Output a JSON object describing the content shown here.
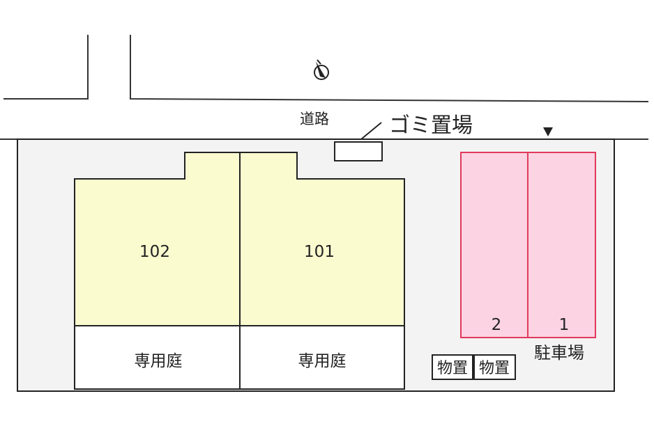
{
  "road": {
    "label": "道路"
  },
  "garbage": {
    "label": "ゴミ置場"
  },
  "units": [
    {
      "number": "102",
      "garden": "専用庭"
    },
    {
      "number": "101",
      "garden": "専用庭"
    }
  ],
  "parking": {
    "label": "駐車場",
    "spaces": [
      "2",
      "1"
    ]
  },
  "storage": [
    "物置",
    "物置"
  ],
  "colors": {
    "unit_fill": "#fbfbd0",
    "parking_fill": "#fbd3e3",
    "parking_stroke": "#e03a5a",
    "site_fill": "#f3f3f3"
  },
  "icons": {
    "compass": "north-arrow-icon",
    "entrance": "entrance-marker-icon"
  }
}
